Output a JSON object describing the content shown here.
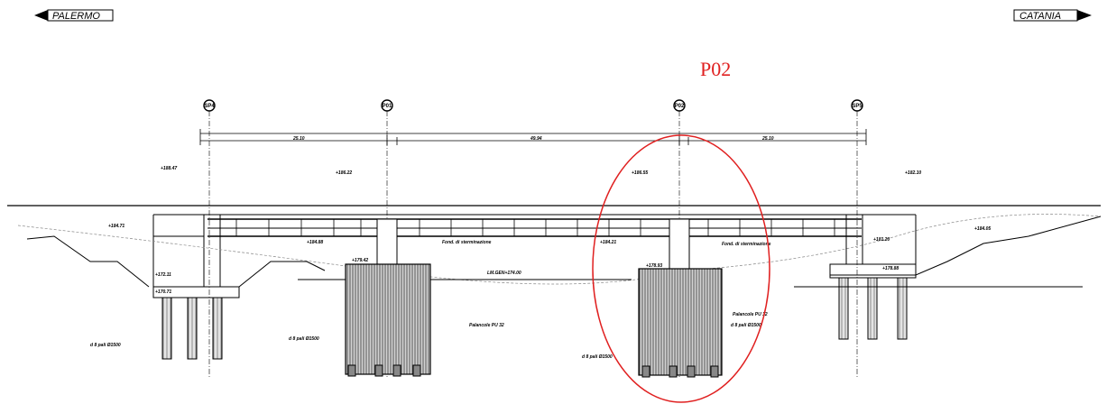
{
  "direction_left": "PALERMO",
  "direction_right": "CATANIA",
  "highlight": {
    "label": "P02",
    "color": "#e02020"
  },
  "axes": [
    "SP4",
    "P01",
    "P02",
    "SP5"
  ],
  "dimensions": {
    "span_left": "25.10",
    "span_mid": "49.94",
    "span_right": "25.10"
  },
  "elevations": {
    "sp4_top": "+188.47",
    "p01_top": "+186.22",
    "p02_top": "+186.55",
    "sp5_top": "+182.10",
    "ground_left": "+184.71",
    "ground_right": "+184.05",
    "deck_left": "+184.88",
    "deck_mid": "+184.21",
    "deck_right": "+181.20",
    "p01_base": "+179.42",
    "p02_base": "+178.93",
    "sp5_base": "+178.88",
    "sp4_base": "+172.11",
    "sp4_found": "+170.71",
    "water_level": "LM.GEN+174.00"
  },
  "annotations": {
    "pile_left": "d 8 pali Ø1500",
    "pile_p01": "d 8 pali Ø1500",
    "pile_p02": "d 8 pali Ø1500",
    "pile_sp5": "d 8 pali Ø1500",
    "note_p01": "Fond. di sterminazione",
    "note_p02": "Fond. di sterminazione",
    "pali_p01": "Palancole PU 32",
    "pali_p02": "Palancole PU 32"
  }
}
